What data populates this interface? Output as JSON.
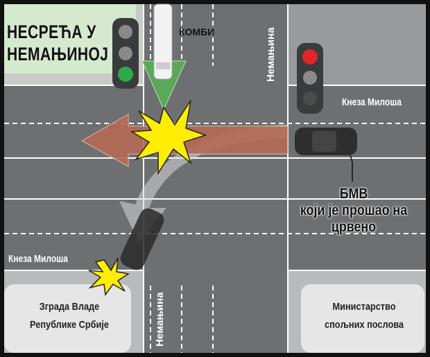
{
  "title": {
    "line1": "НЕСРЕЋА У",
    "line2": "НЕМАЊИНОЈ"
  },
  "labels": {
    "kombi": "КОМБИ",
    "street_vertical_top": "Немањина",
    "street_vertical_bottom": "Немањина",
    "street_horizontal_right": "Кнеза Милоша",
    "street_horizontal_left": "Кнеза Милоша",
    "bmw_line1": "БМВ",
    "bmw_line2": "који је прошао на",
    "bmw_line3": "црвено",
    "building_left_line1": "Зграда Владе",
    "building_left_line2": "Републике Србије",
    "building_right_line1": "Министарство",
    "building_right_line2": "спољних послова"
  },
  "traffic_lights": {
    "left": "green",
    "right": "red"
  },
  "colors": {
    "road": "#6e6f71",
    "green_light": "#2fa84a",
    "red_light": "#e0262a",
    "crash": "#ffee00",
    "arrow_red": "#b46a55",
    "arrow_green": "#5aa85a"
  }
}
